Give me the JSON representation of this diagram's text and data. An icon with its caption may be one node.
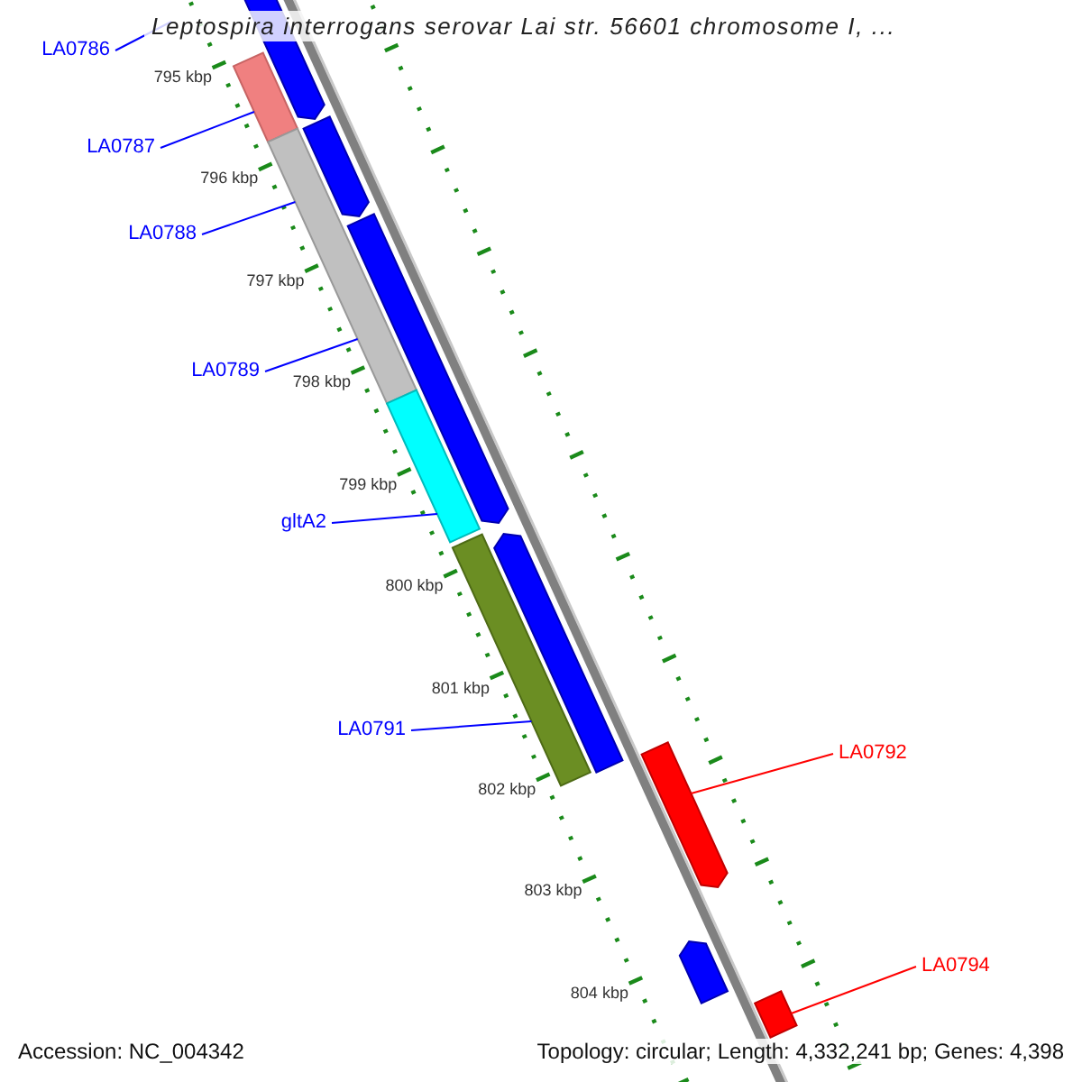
{
  "diagram": {
    "title": "Leptospira interrogans serovar Lai str. 56601 chromosome I, ...",
    "nodes": [
      {
        "text": [
          "LA0786"
        ]
      },
      {
        "text": [
          "LA0787"
        ]
      },
      {
        "text": [
          "LA0788"
        ]
      },
      {
        "text": [
          "LA0789"
        ]
      },
      {
        "text": [
          "gltA2"
        ]
      },
      {
        "text": [
          "LA0791"
        ]
      },
      {
        "text": [
          "LA0792"
        ]
      },
      {
        "text": [
          "LA0794"
        ]
      },
      {
        "text": [],
        "shape": "arrow"
      },
      {
        "text": [],
        "shape": "bar"
      },
      {
        "text": [],
        "shape": "arrow"
      },
      {
        "text": [],
        "shape": "bar"
      },
      {
        "text": [],
        "shape": "arrow"
      },
      {
        "text": [],
        "shape": "bar"
      },
      {
        "text": [],
        "shape": "arrow"
      },
      {
        "text": [],
        "shape": "bar"
      },
      {
        "text": [],
        "shape": "arrow"
      },
      {
        "text": [],
        "shape": "arrow"
      },
      {
        "text": [],
        "shape": "bar"
      }
    ],
    "edges": [
      {
        "from": 0,
        "to": null,
        "arrow": "none"
      },
      {
        "from": 1,
        "to": 9,
        "arrow": "none"
      },
      {
        "from": 2,
        "to": 11,
        "arrow": "none"
      },
      {
        "from": 3,
        "to": 11,
        "arrow": "none"
      },
      {
        "from": 4,
        "to": 13,
        "arrow": "none"
      },
      {
        "from": 5,
        "to": 15,
        "arrow": "none"
      },
      {
        "from": 6,
        "to": 16,
        "arrow": "none",
        "color": "#ff0000"
      },
      {
        "from": 7,
        "to": 18,
        "arrow": "none",
        "color": "#ff0000"
      }
    ],
    "labels": [
      "795 kbp",
      "796 kbp",
      "797 kbp",
      "798 kbp",
      "799 kbp",
      "800 kbp",
      "801 kbp",
      "802 kbp",
      "803 kbp",
      "804 kbp",
      "Accession: NC_004342",
      "Topology: circular; Length: 4,332,241 bp; Genes: 4,398"
    ]
  }
}
